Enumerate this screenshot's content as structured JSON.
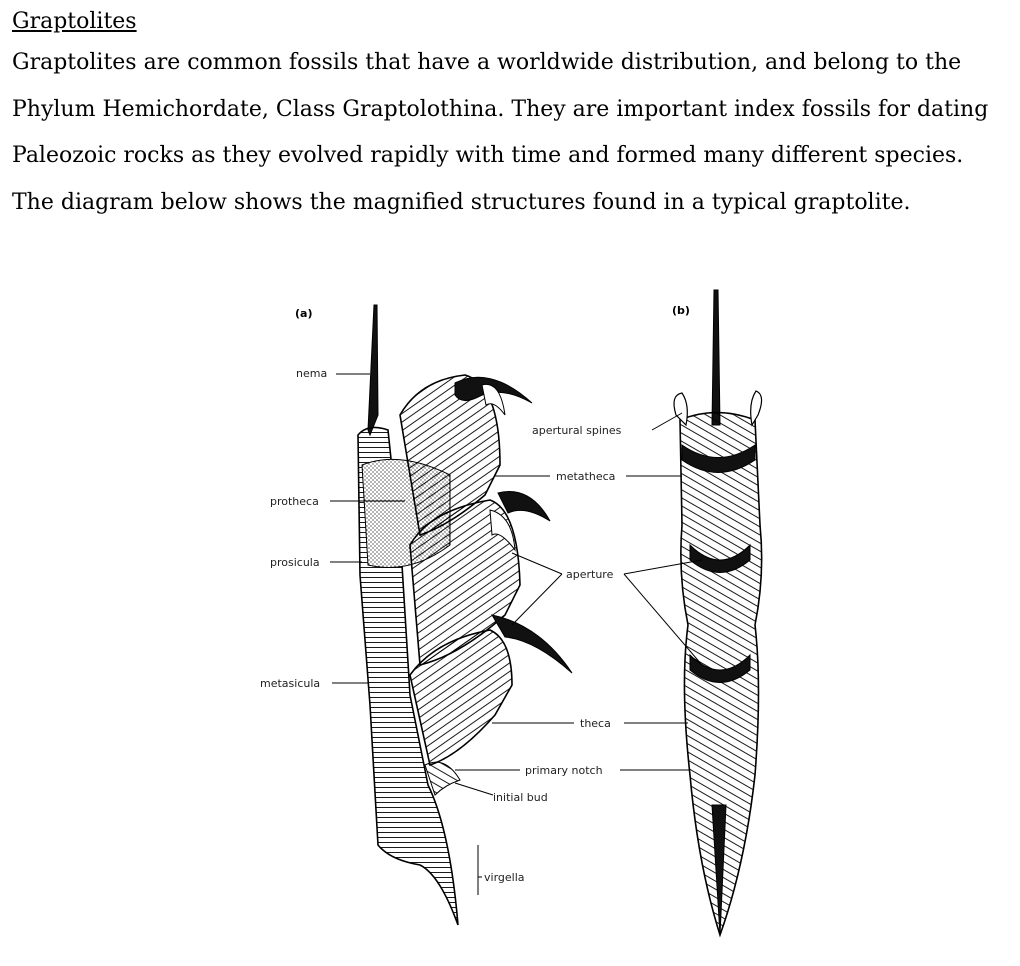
{
  "heading": "Graptolites",
  "paragraph": "Graptolites are common fossils that have a worldwide distribution, and belong to the Phylum Hemichordate, Class Graptolothina. They are important index fossils for dating Paleozoic rocks as they evolved rapidly with time and formed many different species. The diagram below shows the magnified structures found in a typical graptolite.",
  "diagram": {
    "panel_a": "(a)",
    "panel_b": "(b)",
    "labels": {
      "nema": "nema",
      "protheca": "protheca",
      "prosicula": "prosicula",
      "metasicula": "metasicula",
      "apertural_spines": "apertural spines",
      "metatheca": "metatheca",
      "aperture": "aperture",
      "theca": "theca",
      "primary_notch": "primary notch",
      "initial_bud": "initial bud",
      "virgella": "virgella"
    }
  }
}
